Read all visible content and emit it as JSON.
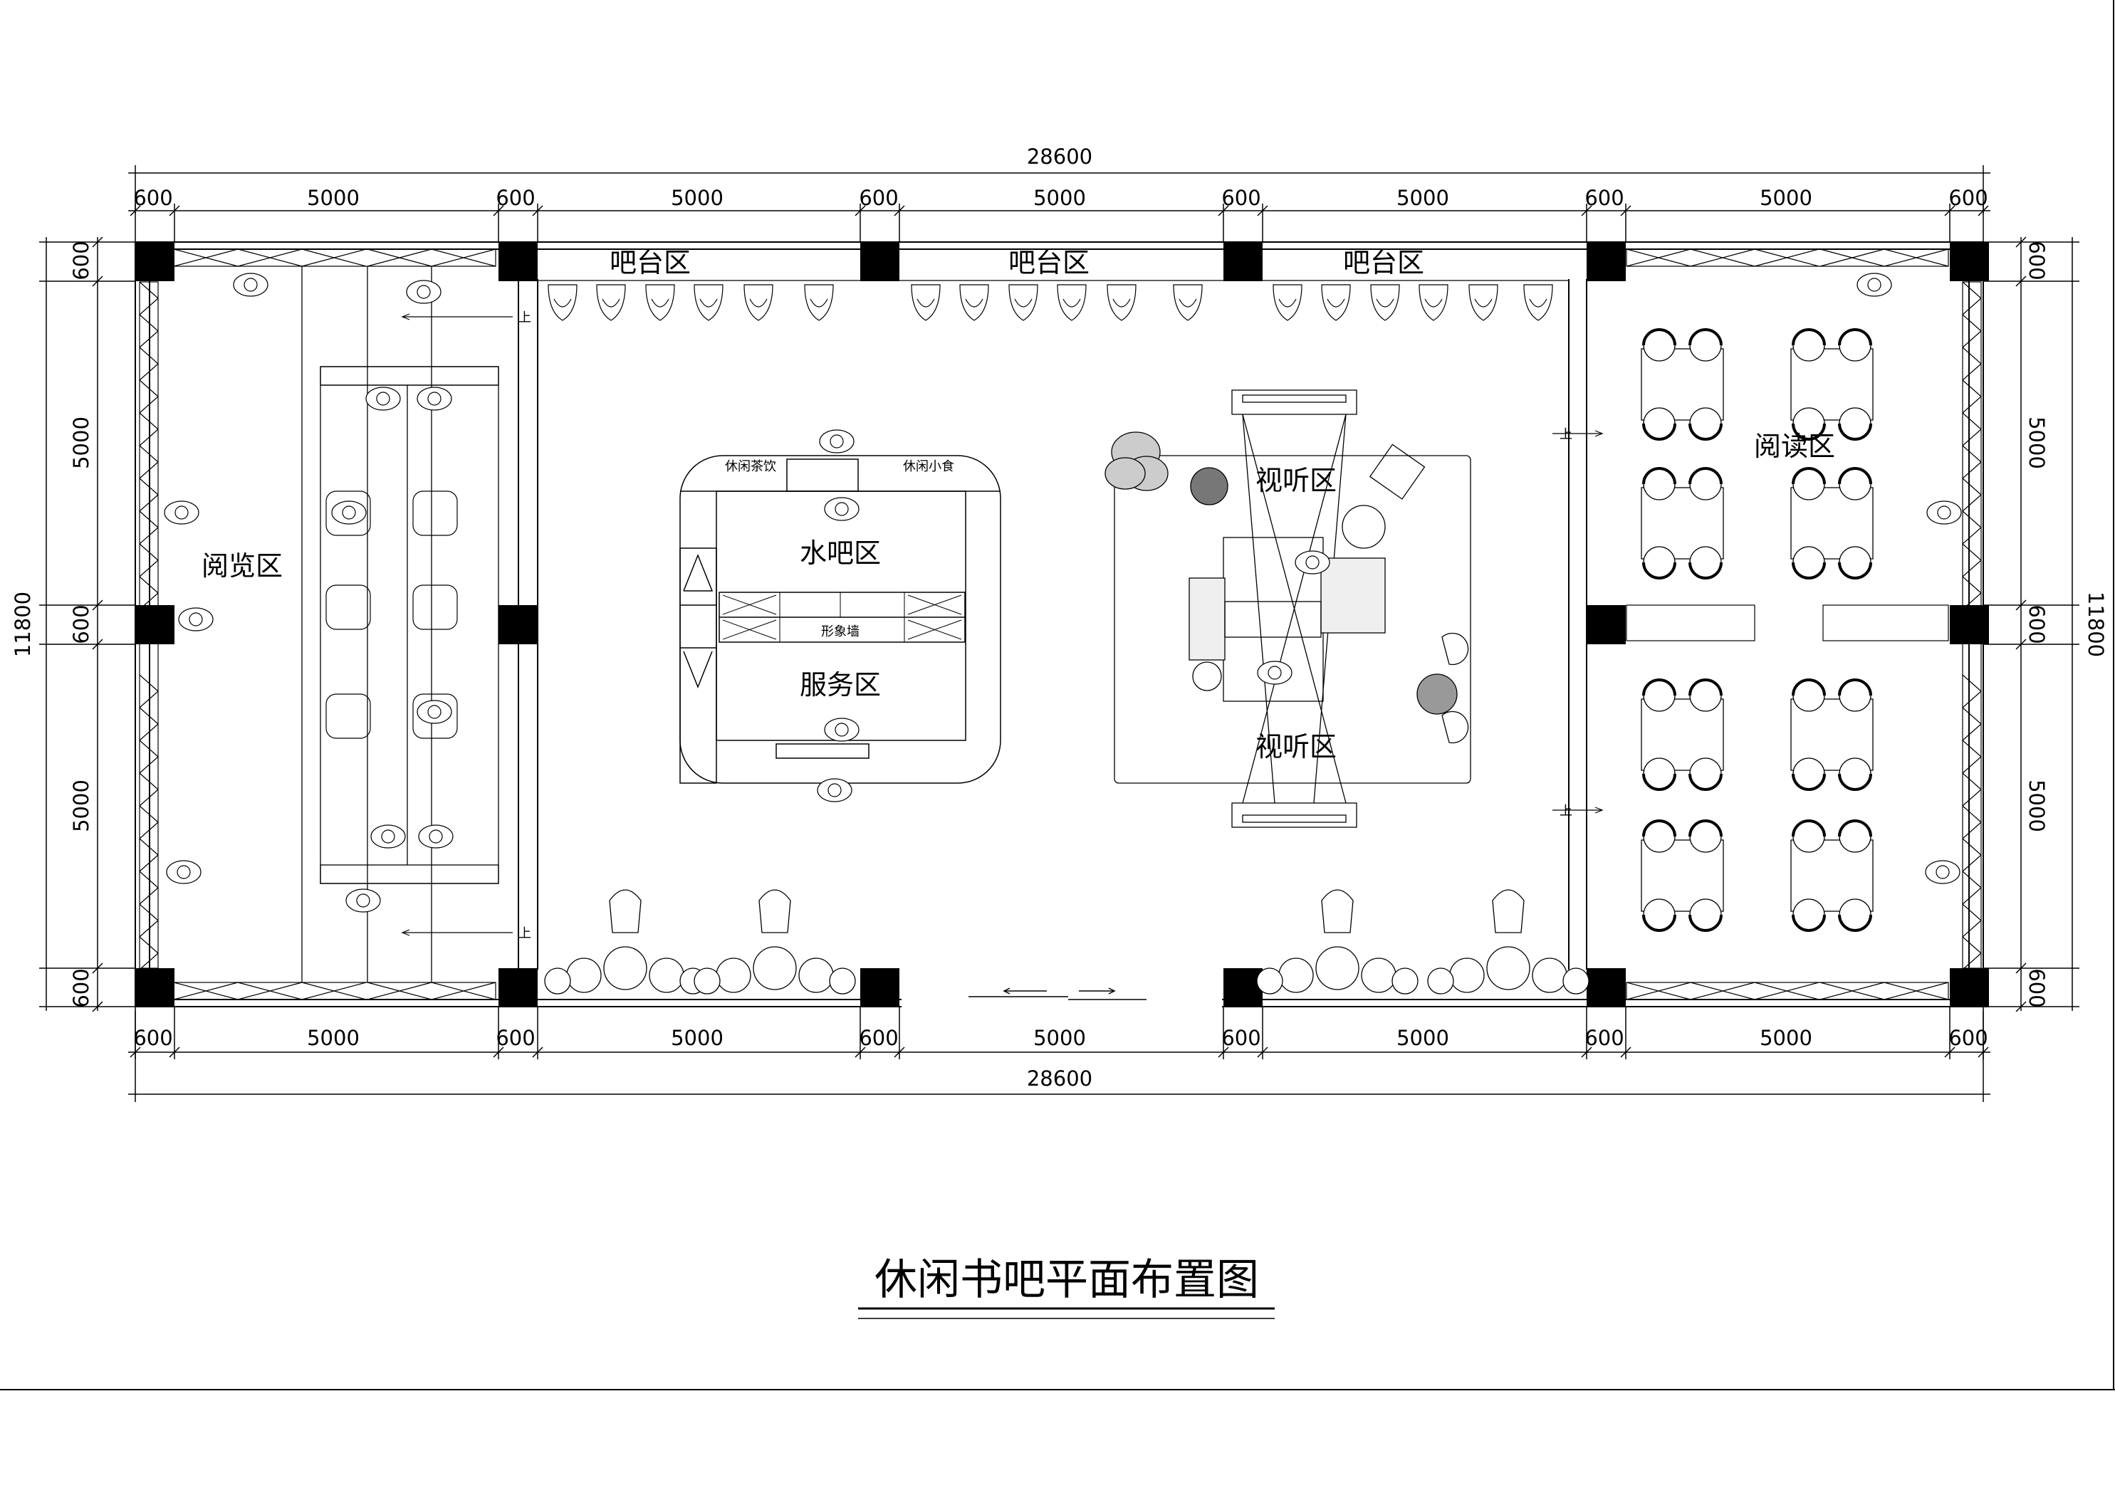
{
  "drawing": {
    "title": "休闲书吧平面布置图",
    "overall_width": "28600",
    "overall_height": "11800",
    "top_dims": [
      "600",
      "5000",
      "600",
      "5000",
      "600",
      "5000",
      "600",
      "5000",
      "600",
      "5000",
      "600"
    ],
    "bottom_dims": [
      "600",
      "5000",
      "600",
      "5000",
      "600",
      "5000",
      "600",
      "5000",
      "600",
      "5000",
      "600"
    ],
    "side_dims": [
      "600",
      "5000",
      "600",
      "5000",
      "600"
    ]
  },
  "zones": {
    "reading_browse": "阅览区",
    "bar_1": "吧台区",
    "bar_2": "吧台区",
    "bar_3": "吧台区",
    "water_bar": "水吧区",
    "service": "服务区",
    "av_top": "视听区",
    "av_bottom": "视听区",
    "reading": "阅读区"
  },
  "labels": {
    "tea_drinks": "休闲茶饮",
    "snacks": "休闲小食",
    "image_wall": "形象墙",
    "up_mark": "上"
  }
}
